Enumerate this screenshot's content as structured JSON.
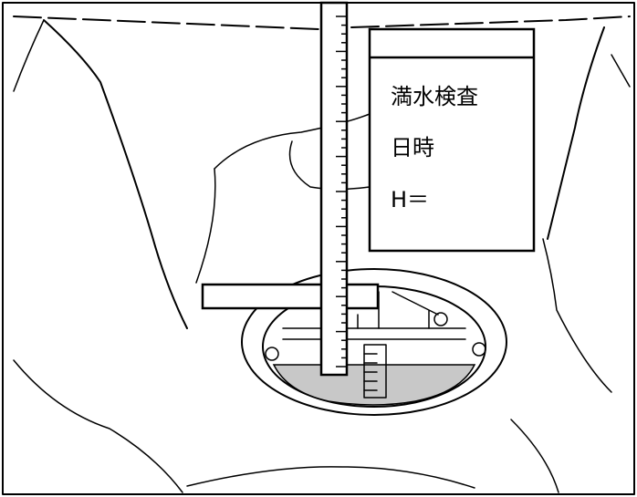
{
  "sign_board": {
    "title": "満水検査",
    "datetime_label": "日時",
    "height_label": "H＝"
  },
  "colors": {
    "line": "#000000",
    "background": "#ffffff",
    "water": "#c8c8c8"
  }
}
